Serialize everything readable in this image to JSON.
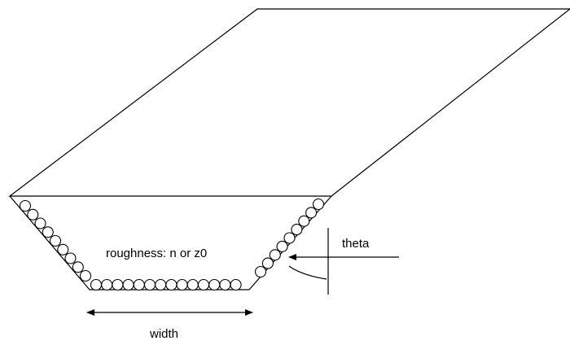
{
  "diagram": {
    "labels": {
      "roughness": "roughness:  n or z0",
      "theta": "theta",
      "width": "width"
    },
    "stroke_color": "#000000",
    "background_color": "#ffffff"
  }
}
